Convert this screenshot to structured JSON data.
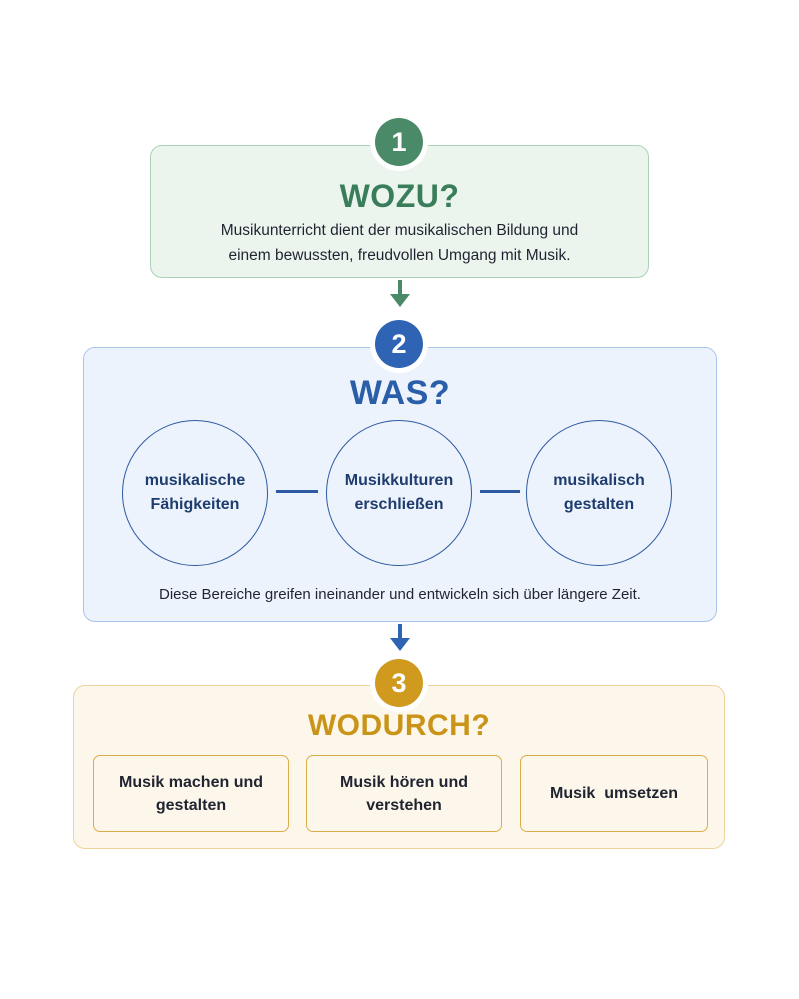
{
  "sections": [
    {
      "number": "1",
      "title": "WOZU?",
      "description_lines": [
        "Musikunterricht dient der musikalischen Bildung und",
        "einem bewussten, freudvollen Umgang mit Musik."
      ]
    },
    {
      "number": "2",
      "title": "WAS?",
      "areas": [
        {
          "line1": "musikalische",
          "line2": "Fähigkeiten"
        },
        {
          "line1": "Musikkulturen",
          "line2": "erschließen"
        },
        {
          "line1": "musikalisch",
          "line2": "gestalten"
        }
      ],
      "note": "Diese Bereiche greifen ineinander und entwickeln sich über längere Zeit."
    },
    {
      "number": "3",
      "title": "WODURCH?",
      "methods": [
        {
          "line1": "Musik machen und",
          "line2": "gestalten"
        },
        {
          "line1": "Musik hören und",
          "line2": "verstehen"
        },
        {
          "line1": "Musik  umsetzen",
          "line2": ""
        }
      ]
    }
  ],
  "colors": {
    "wozu_accent": "#4a8a68",
    "was_accent": "#2f64b5",
    "wodurch_accent": "#cf9a1d"
  },
  "icons": [
    "arrow-down-icon"
  ]
}
